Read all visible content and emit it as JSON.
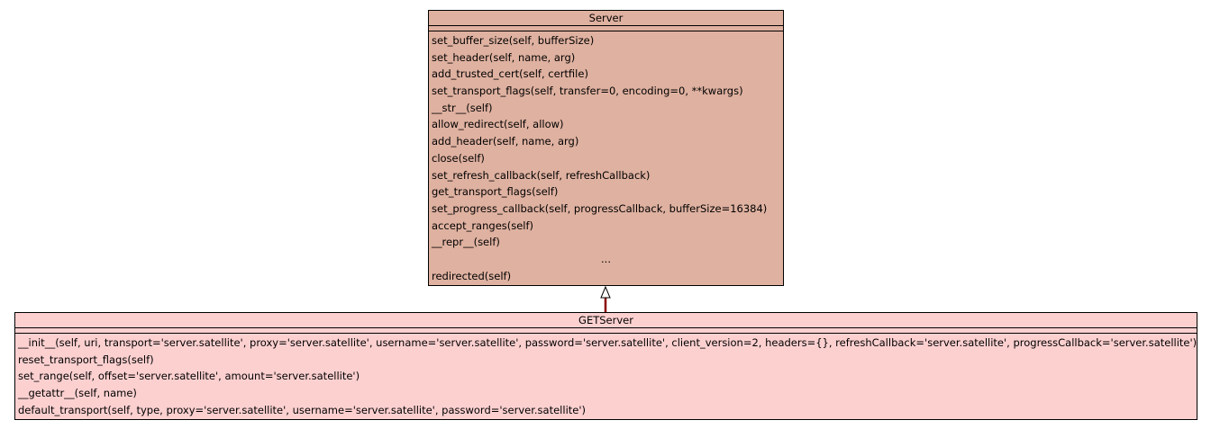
{
  "server": {
    "name": "Server",
    "methods": [
      "set_buffer_size(self, bufferSize)",
      "set_header(self, name, arg)",
      "add_trusted_cert(self, certfile)",
      "set_transport_flags(self, transfer=0, encoding=0, **kwargs)",
      "__str__(self)",
      "allow_redirect(self, allow)",
      "add_header(self, name, arg)",
      "close(self)",
      "set_refresh_callback(self, refreshCallback)",
      "get_transport_flags(self)",
      "set_progress_callback(self, progressCallback, bufferSize=16384)",
      "accept_ranges(self)",
      "__repr__(self)",
      "...",
      "redirected(self)"
    ]
  },
  "getserver": {
    "name": "GETServer",
    "methods": [
      "__init__(self, uri, transport='server.satellite', proxy='server.satellite', username='server.satellite', password='server.satellite', client_version=2, headers={}, refreshCallback='server.satellite', progressCallback='server.satellite')",
      "reset_transport_flags(self)",
      "set_range(self, offset='server.satellite', amount='server.satellite')",
      "__getattr__(self, name)",
      "default_transport(self, type, proxy='server.satellite', username='server.satellite', password='server.satellite')"
    ]
  },
  "colors": {
    "server_fill": "#dfb1a0",
    "getserver_fill": "#fdd0d0",
    "arrow_stroke": "#8b0000"
  }
}
